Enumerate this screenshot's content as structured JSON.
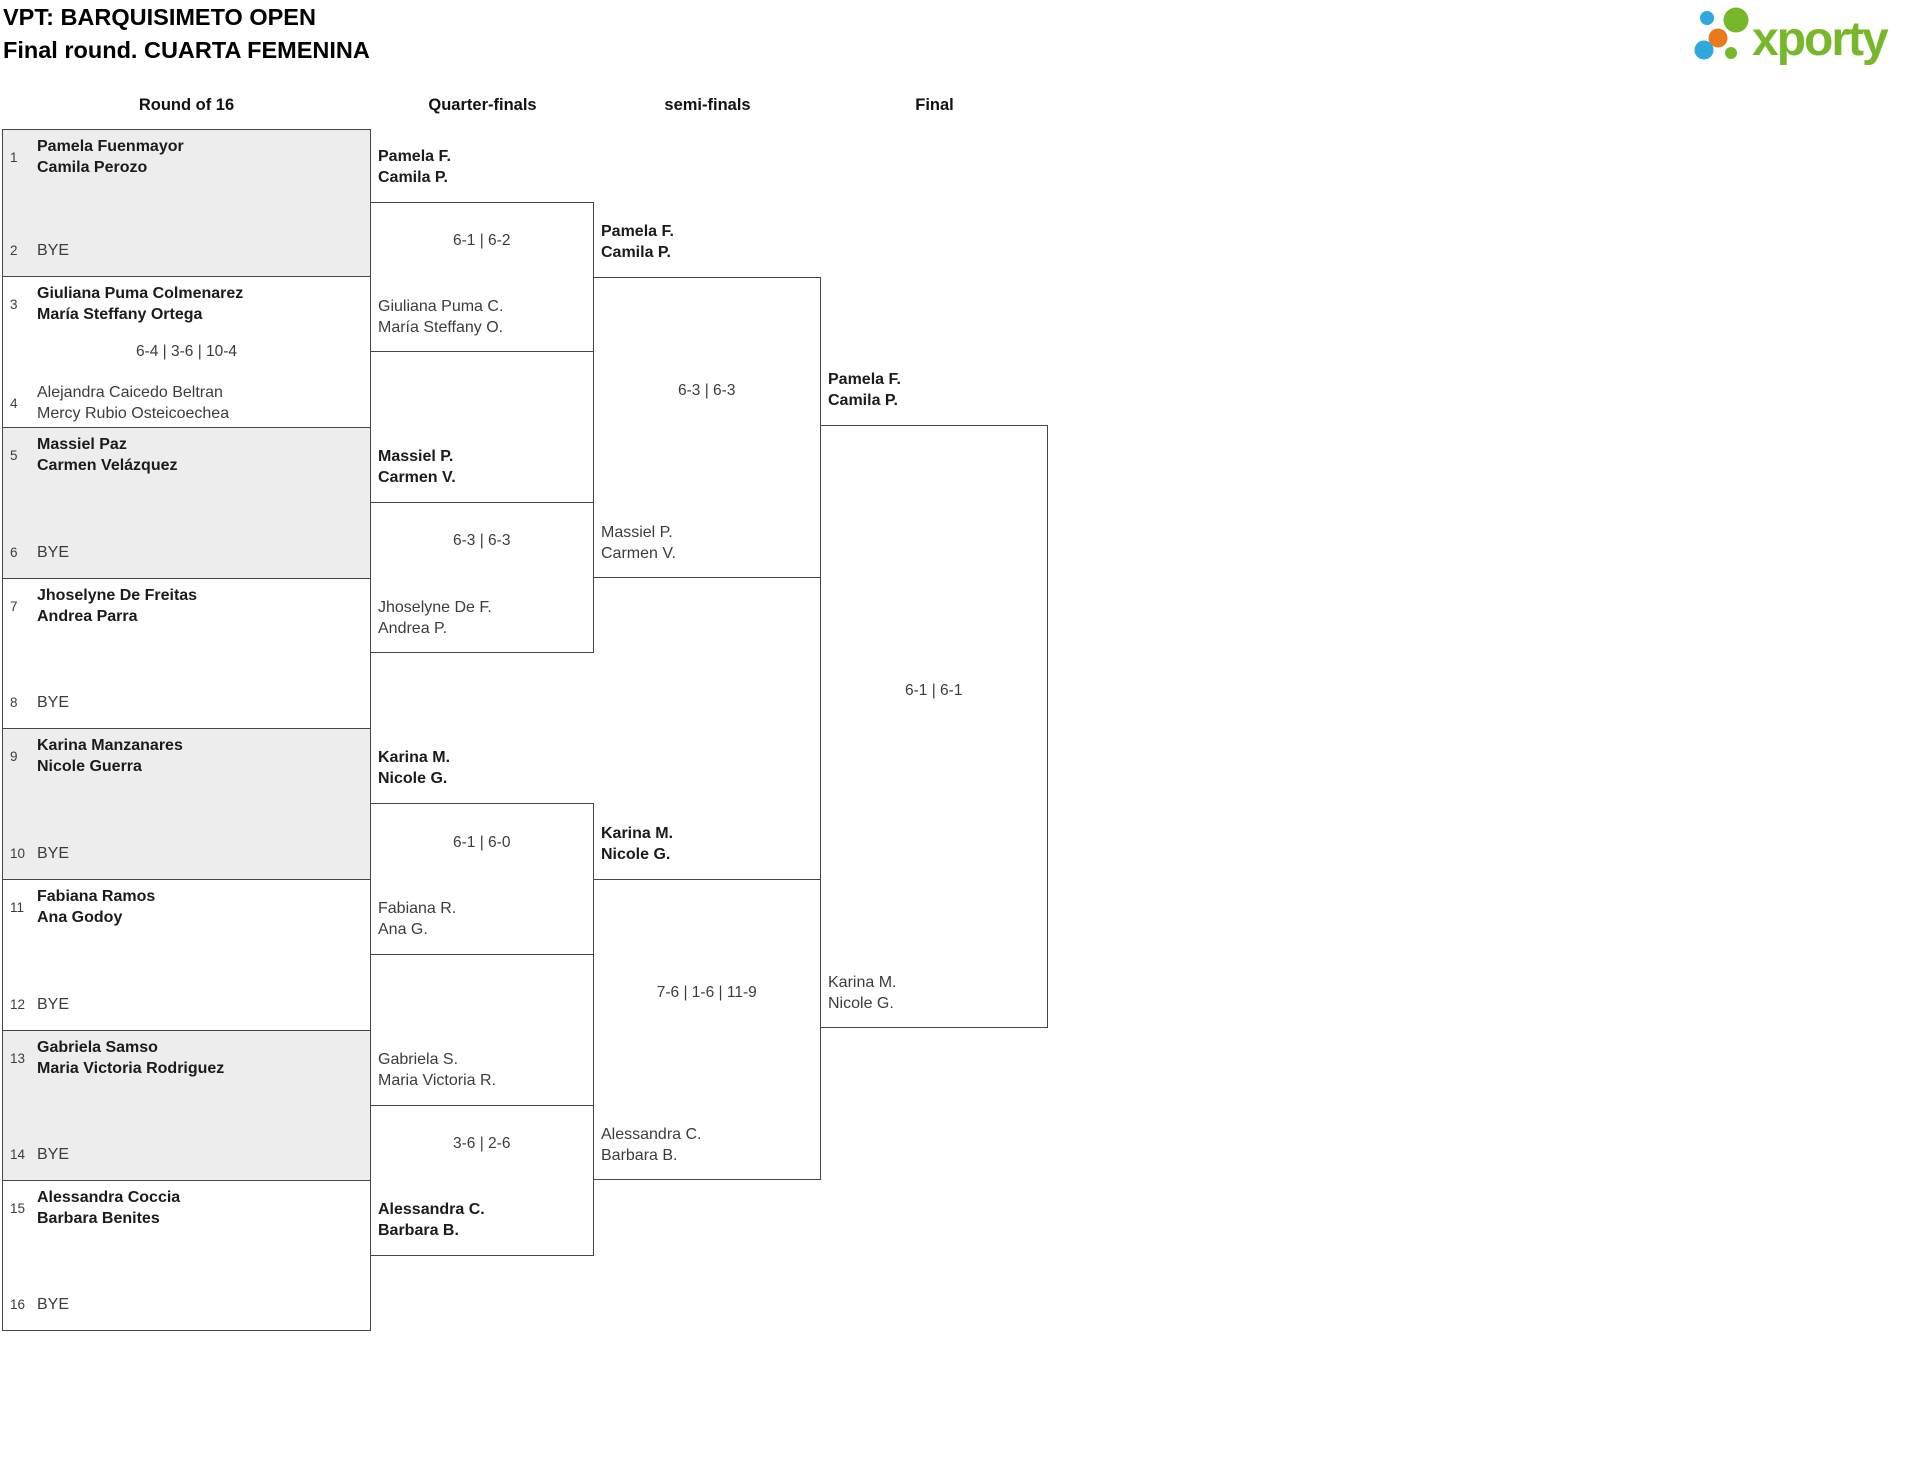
{
  "title": {
    "line1": "VPT: BARQUISIMETO OPEN",
    "line2": "Final round. CUARTA FEMENINA"
  },
  "logo": {
    "text": "xporty"
  },
  "colors": {
    "logoGreen": "#76b82a",
    "logoBlue": "#2fa8dd",
    "logoOrange": "#e87a1e",
    "shadedBox": "#ededed",
    "border": "#454545"
  },
  "headers": {
    "r16": "Round of 16",
    "qf": "Quarter-finals",
    "sf": "semi-finals",
    "f": "Final"
  },
  "r16": [
    {
      "seedTop": "1",
      "top1": "Pamela Fuenmayor",
      "top2": "Camila Perozo",
      "topBold": true,
      "seedBottom": "2",
      "bottom1": "BYE",
      "bottom2": "",
      "bottomBold": false,
      "score": "",
      "shaded": true
    },
    {
      "seedTop": "3",
      "top1": "Giuliana Puma Colmenarez",
      "top2": "María Steffany Ortega",
      "topBold": true,
      "seedBottom": "4",
      "bottom1": "Alejandra Caicedo Beltran",
      "bottom2": "Mercy Rubio Osteicoechea",
      "bottomBold": false,
      "score": "6-4 | 3-6 | 10-4",
      "shaded": false
    },
    {
      "seedTop": "5",
      "top1": "Massiel Paz",
      "top2": "Carmen Velázquez",
      "topBold": true,
      "seedBottom": "6",
      "bottom1": "BYE",
      "bottom2": "",
      "bottomBold": false,
      "score": "",
      "shaded": true
    },
    {
      "seedTop": "7",
      "top1": "Jhoselyne De Freitas",
      "top2": "Andrea Parra",
      "topBold": true,
      "seedBottom": "8",
      "bottom1": "BYE",
      "bottom2": "",
      "bottomBold": false,
      "score": "",
      "shaded": false
    },
    {
      "seedTop": "9",
      "top1": "Karina Manzanares",
      "top2": "Nicole Guerra",
      "topBold": true,
      "seedBottom": "10",
      "bottom1": "BYE",
      "bottom2": "",
      "bottomBold": false,
      "score": "",
      "shaded": true
    },
    {
      "seedTop": "11",
      "top1": "Fabiana Ramos",
      "top2": "Ana Godoy",
      "topBold": true,
      "seedBottom": "12",
      "bottom1": "BYE",
      "bottom2": "",
      "bottomBold": false,
      "score": "",
      "shaded": false
    },
    {
      "seedTop": "13",
      "top1": "Gabriela Samso",
      "top2": "Maria Victoria Rodriguez",
      "topBold": true,
      "seedBottom": "14",
      "bottom1": "BYE",
      "bottom2": "",
      "bottomBold": false,
      "score": "",
      "shaded": true
    },
    {
      "seedTop": "15",
      "top1": "Alessandra Coccia",
      "top2": "Barbara Benites",
      "topBold": true,
      "seedBottom": "16",
      "bottom1": "BYE",
      "bottom2": "",
      "bottomBold": false,
      "score": "",
      "shaded": false
    }
  ],
  "qf": [
    {
      "top1": "Pamela F.",
      "top2": "Camila P.",
      "topBold": true,
      "score": "6-1 | 6-2",
      "bottom1": "Giuliana Puma C.",
      "bottom2": "María Steffany O.",
      "bottomBold": false
    },
    {
      "top1": "Massiel P.",
      "top2": "Carmen V.",
      "topBold": true,
      "score": "6-3 | 6-3",
      "bottom1": "Jhoselyne De F.",
      "bottom2": "Andrea P.",
      "bottomBold": false
    },
    {
      "top1": "Karina M.",
      "top2": "Nicole G.",
      "topBold": true,
      "score": "6-1 | 6-0",
      "bottom1": "Fabiana R.",
      "bottom2": "Ana G.",
      "bottomBold": false
    },
    {
      "top1": "Gabriela S.",
      "top2": "Maria Victoria R.",
      "topBold": false,
      "score": "3-6 | 2-6",
      "bottom1": "Alessandra C.",
      "bottom2": "Barbara B.",
      "bottomBold": true
    }
  ],
  "sf": [
    {
      "top1": "Pamela F.",
      "top2": "Camila P.",
      "topBold": true,
      "score": "6-3 | 6-3",
      "bottom1": "Massiel P.",
      "bottom2": "Carmen V.",
      "bottomBold": false
    },
    {
      "top1": "Karina M.",
      "top2": "Nicole G.",
      "topBold": true,
      "score": "7-6 | 1-6 | 11-9",
      "bottom1": "Alessandra C.",
      "bottom2": "Barbara B.",
      "bottomBold": false
    }
  ],
  "final": {
    "top1": "Pamela F.",
    "top2": "Camila P.",
    "topBold": true,
    "score": "6-1 | 6-1",
    "bottom1": "Karina M.",
    "bottom2": "Nicole G.",
    "bottomBold": false
  }
}
